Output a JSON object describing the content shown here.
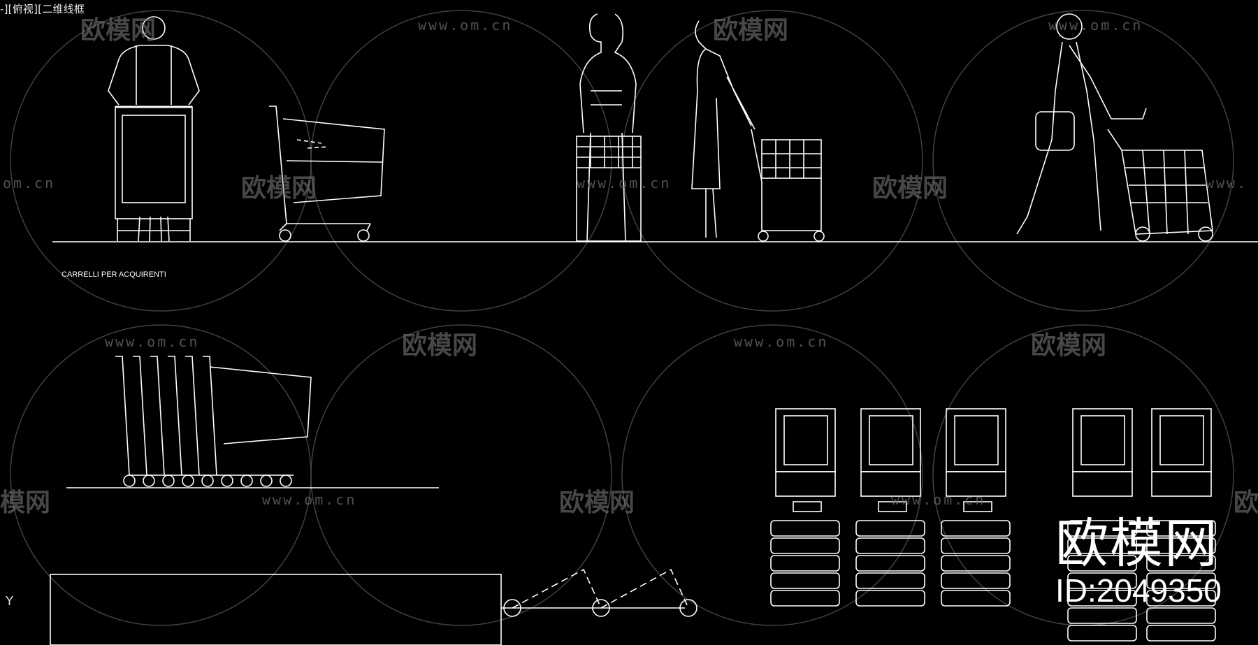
{
  "viewport": {
    "label": "-][俯视][二维线框"
  },
  "drawing": {
    "caption": "CARRELLI PER ACQUIRENTI",
    "ucs_axis_label": "Y"
  },
  "watermark": {
    "brand": "欧模网",
    "url": "www.om.cn",
    "url_partial": "om.cn",
    "brand_partial": "模网",
    "url_cut": "www.",
    "brand_edge": "欧"
  },
  "id_badge": {
    "brand": "欧模网",
    "id_text": "ID:2049350"
  },
  "colors": {
    "background": "#000000",
    "line": "#ffffff",
    "watermark": "#777777"
  }
}
